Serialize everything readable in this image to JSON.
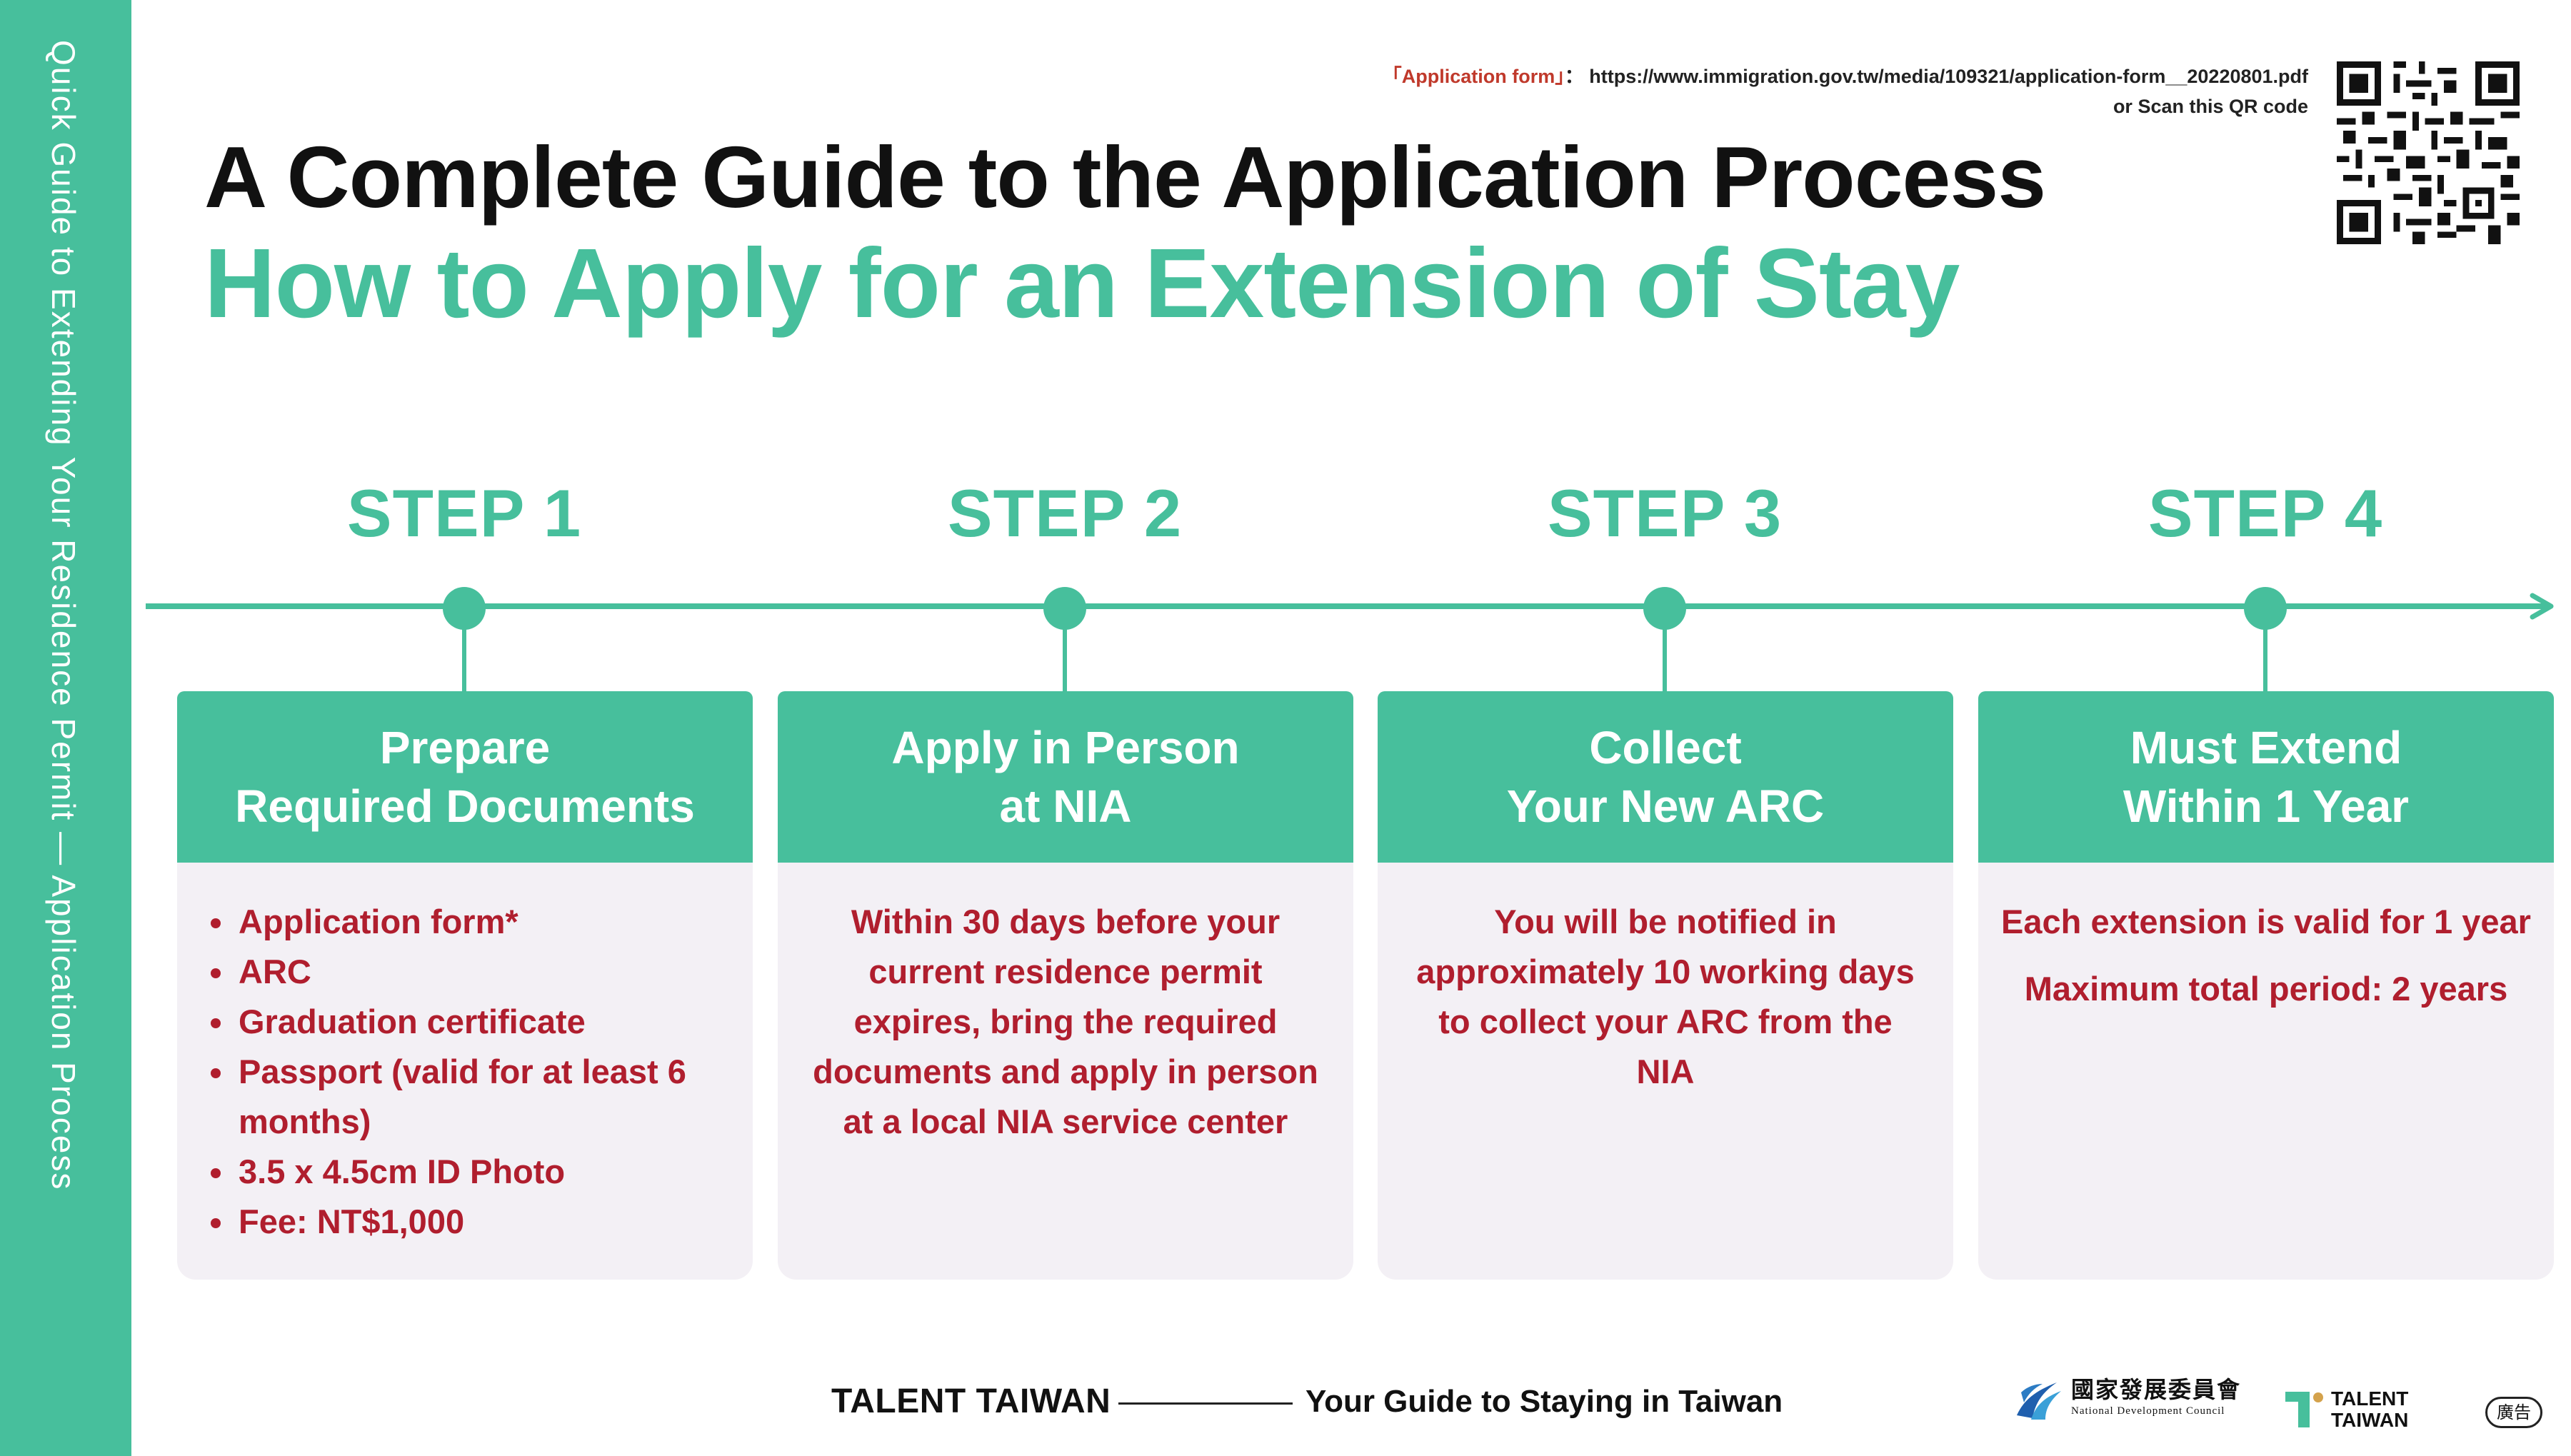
{
  "sidebar": {
    "text": "Quick Guide to Extending Your Residence Permit — Application Process"
  },
  "form_link": {
    "label": "「Application form」",
    "separator": "：",
    "url": "https://www.immigration.gov.tw/media/109321/application-form__20220801.pdf",
    "scan_text": "or Scan this QR code"
  },
  "title": {
    "line1": "A Complete Guide to the Application Process",
    "line2": "How to Apply for an Extension of Stay"
  },
  "steps": [
    {
      "label": "STEP 1",
      "head": [
        "Prepare",
        "Required Documents"
      ],
      "items": [
        "Application form*",
        "ARC",
        "Graduation certificate",
        "Passport (valid for at least 6 months)",
        "3.5 x 4.5cm ID Photo",
        "Fee: NT$1,000"
      ]
    },
    {
      "label": "STEP 2",
      "head": [
        "Apply in Person",
        "at NIA"
      ],
      "text": "Within 30 days before your current residence permit expires, bring the required documents and apply in person at a local NIA service center"
    },
    {
      "label": "STEP 3",
      "head": [
        "Collect",
        "Your New ARC"
      ],
      "text": "You will be notified in approximately 10 working days to collect your ARC from the NIA"
    },
    {
      "label": "STEP 4",
      "head": [
        "Must Extend",
        "Within 1 Year"
      ],
      "lines": [
        "Each extension is valid for 1 year",
        "Maximum total period: 2 years"
      ]
    }
  ],
  "footer": {
    "brand": "TALENT TAIWAN",
    "tagline": "Your Guide to Staying in Taiwan",
    "ndc_cn": "國家發展委員會",
    "ndc_en": "National Development Council",
    "tt_logo": [
      "TALENT",
      "TAIWAN"
    ],
    "ad_badge": "廣告"
  },
  "colors": {
    "accent": "#47bf9c",
    "body_text": "#b01e2e",
    "card_bg": "#f3f0f5",
    "link_label": "#c0392b"
  }
}
